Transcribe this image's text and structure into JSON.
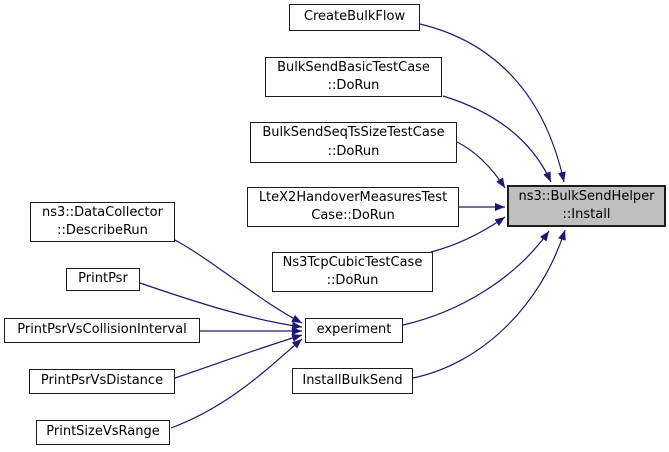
{
  "diagram": {
    "type": "call-graph",
    "colors": {
      "background": "#ffffff",
      "edge": "#1a1a70",
      "node_fill": "#ffffff",
      "node_border": "#1c1c1c",
      "target_fill": "#bfbfbf",
      "text": "#000000"
    },
    "nodes": [
      {
        "id": "create-bulk-flow",
        "label": "CreateBulkFlow"
      },
      {
        "id": "bulk-send-basic-test-case-dorun",
        "label": "BulkSendBasicTestCase\n::DoRun"
      },
      {
        "id": "bulk-send-seqtssize-test-case-dorun",
        "label": "BulkSendSeqTsSizeTestCase\n::DoRun"
      },
      {
        "id": "ltex2-handover-measures-test-case-dorun",
        "label": "LteX2HandoverMeasuresTest\nCase::DoRun"
      },
      {
        "id": "ns3-tcp-cubic-test-case-dorun",
        "label": "Ns3TcpCubicTestCase\n::DoRun"
      },
      {
        "id": "data-collector-describe-run",
        "label": "ns3::DataCollector\n::DescribeRun"
      },
      {
        "id": "print-psr",
        "label": "PrintPsr"
      },
      {
        "id": "print-psr-vs-collision-interval",
        "label": "PrintPsrVsCollisionInterval"
      },
      {
        "id": "print-psr-vs-distance",
        "label": "PrintPsrVsDistance"
      },
      {
        "id": "print-size-vs-range",
        "label": "PrintSizeVsRange"
      },
      {
        "id": "experiment",
        "label": "experiment"
      },
      {
        "id": "install-bulk-send",
        "label": "InstallBulkSend"
      },
      {
        "id": "bulk-send-helper-install",
        "label": "ns3::BulkSendHelper\n::Install"
      }
    ],
    "edges": [
      {
        "from": "create-bulk-flow",
        "to": "bulk-send-helper-install"
      },
      {
        "from": "bulk-send-basic-test-case-dorun",
        "to": "bulk-send-helper-install"
      },
      {
        "from": "bulk-send-seqtssize-test-case-dorun",
        "to": "bulk-send-helper-install"
      },
      {
        "from": "ltex2-handover-measures-test-case-dorun",
        "to": "bulk-send-helper-install"
      },
      {
        "from": "ns3-tcp-cubic-test-case-dorun",
        "to": "bulk-send-helper-install"
      },
      {
        "from": "experiment",
        "to": "bulk-send-helper-install"
      },
      {
        "from": "install-bulk-send",
        "to": "bulk-send-helper-install"
      },
      {
        "from": "data-collector-describe-run",
        "to": "experiment"
      },
      {
        "from": "print-psr",
        "to": "experiment"
      },
      {
        "from": "print-psr-vs-collision-interval",
        "to": "experiment"
      },
      {
        "from": "print-psr-vs-distance",
        "to": "experiment"
      },
      {
        "from": "print-size-vs-range",
        "to": "experiment"
      }
    ]
  }
}
